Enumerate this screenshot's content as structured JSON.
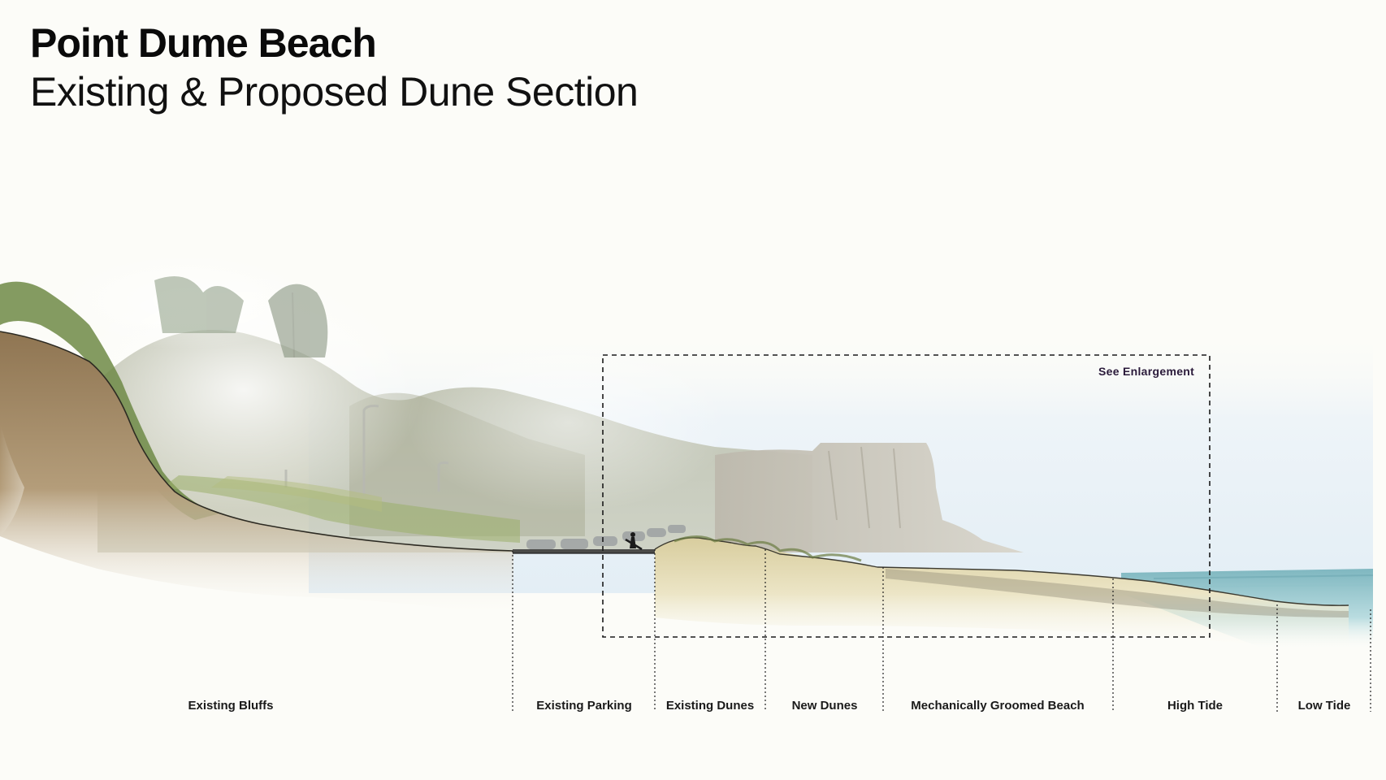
{
  "header": {
    "title": "Point Dume Beach",
    "subtitle": "Existing & Proposed Dune Section"
  },
  "enlargement": {
    "label": "See Enlargement"
  },
  "zones": [
    {
      "key": "existing-bluffs",
      "label": "Existing Bluffs"
    },
    {
      "key": "existing-parking",
      "label": "Existing Parking"
    },
    {
      "key": "existing-dunes",
      "label": "Existing Dunes"
    },
    {
      "key": "new-dunes",
      "label": "New Dunes"
    },
    {
      "key": "groomed-beach",
      "label": "Mechanically Groomed Beach"
    },
    {
      "key": "high-tide",
      "label": "High Tide"
    },
    {
      "key": "low-tide",
      "label": "Low Tide"
    }
  ],
  "colors": {
    "background": "#fcfcf8",
    "bluff_soil": "#a98e6a",
    "sand": "#e6dcb4",
    "ocean": "#9fcbd2",
    "sky": "#e9f1f7",
    "vegetation": "#7f9a55",
    "headland": "#c9c6bb"
  }
}
